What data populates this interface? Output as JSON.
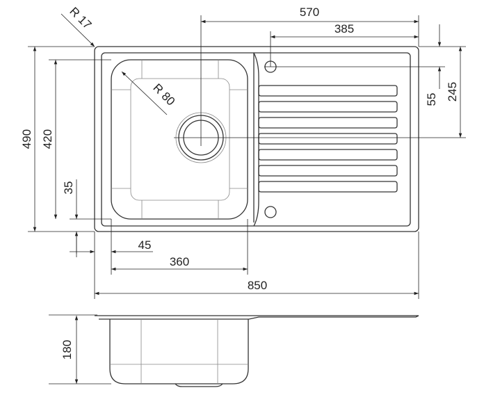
{
  "dimensions": {
    "corner_radius": "R 17",
    "bowl_radius": "R 80",
    "drain_offset_width": "570",
    "tap_offset_width": "385",
    "tap_offset_depth": "55",
    "drain_offset_depth": "245",
    "overall_depth": "490",
    "bowl_depth": "420",
    "bowl_offset_depth": "35",
    "bowl_offset_width": "45",
    "bowl_width": "360",
    "overall_width": "850",
    "bowl_height": "180"
  },
  "drainer_ribs": 7
}
